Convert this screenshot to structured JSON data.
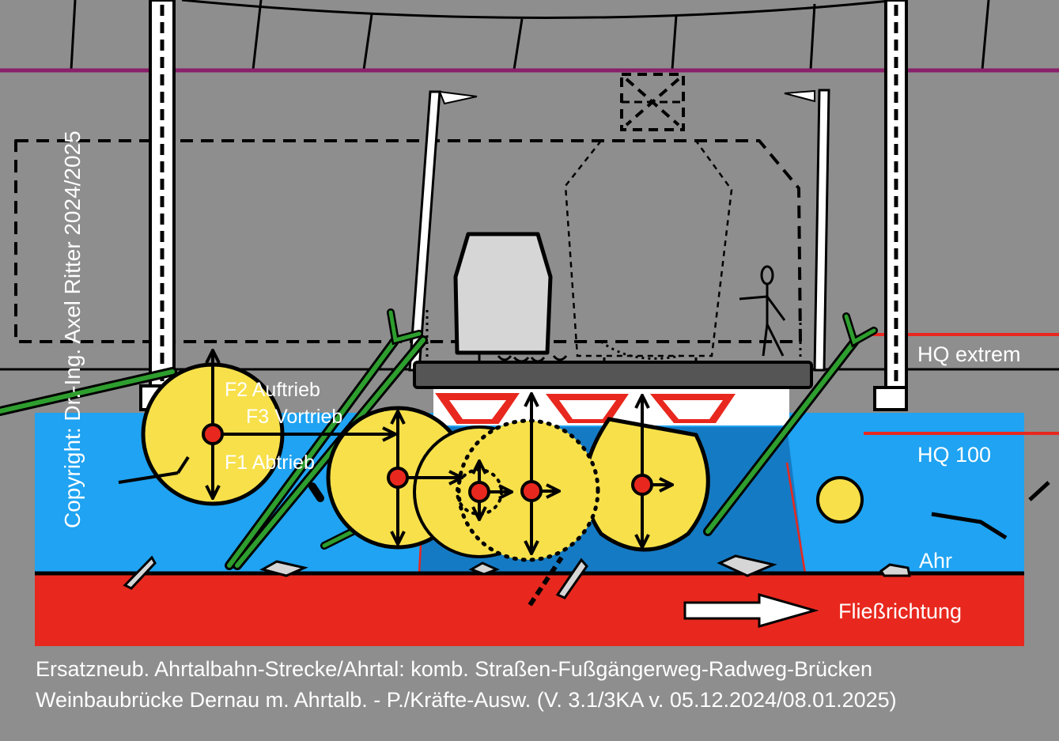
{
  "labels": {
    "hq_extrem": "HQ extrem",
    "hq_100": "HQ 100",
    "ahr": "Ahr",
    "flow_direction": "Fließrichtung",
    "f2": "F2 Auftrieb",
    "f3": "F3 Vortrieb",
    "f1": "F1 Abtrieb"
  },
  "copyright": "Copyright: Dr.-Ing. Axel Ritter 2024/2025",
  "caption": {
    "line1": "Ersatzneub. Ahrtalbahn-Strecke/Ahrtal: komb. Straßen-Fußgängerweg-Radweg-Brücken",
    "line2": "Weinbaubrücke Dernau m. Ahrtalb. - P./Kräfte-Ausw. (V. 3.1/3KA v. 05.12.2024/08.01.2025)"
  },
  "colors": {
    "background": "#8e8e8e",
    "water": "#1fa3f2",
    "water_deep": "#157ac4",
    "riverbed": "#e8281e",
    "bale": "#f7e04a",
    "tree": "#2e9e2e",
    "magenta_line": "#8a1f6a",
    "hq_line": "#e8281e",
    "text": "#ffffff"
  }
}
